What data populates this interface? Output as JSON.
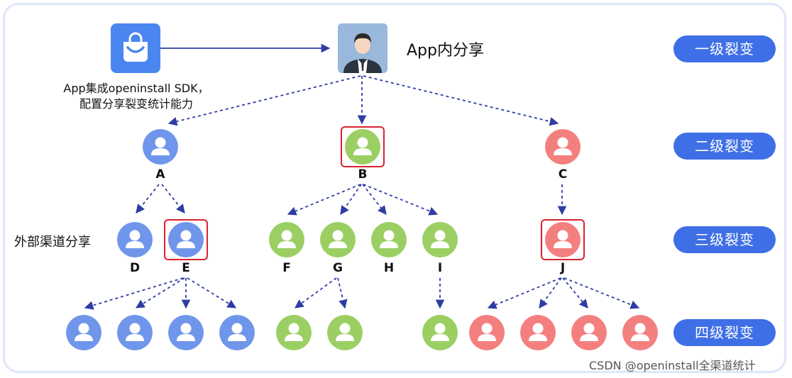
{
  "header": {
    "share_title": "App内分享",
    "sdk_note_line1": "App集成openinstall SDK，",
    "sdk_note_line2": "配置分享裂变统计能力"
  },
  "levels": [
    "一级裂变",
    "二级裂变",
    "三级裂变",
    "四级裂变"
  ],
  "external_channel": "外部渠道分享",
  "watermark": "CSDN @openinstall全渠道统计",
  "colors": {
    "blue": "#6f96ea",
    "green": "#9bcf63",
    "red": "#f47f7f",
    "highlight": "#d9232f",
    "arrow": "#2e3ca3",
    "pill": "#3f6fe6"
  },
  "nodes": {
    "A": "A",
    "B": "B",
    "C": "C",
    "D": "D",
    "E": "E",
    "F": "F",
    "G": "G",
    "H": "H",
    "I": "I",
    "J": "J"
  },
  "icons": [
    "shopping-bag-icon",
    "businessman-avatar",
    "user-icon"
  ]
}
